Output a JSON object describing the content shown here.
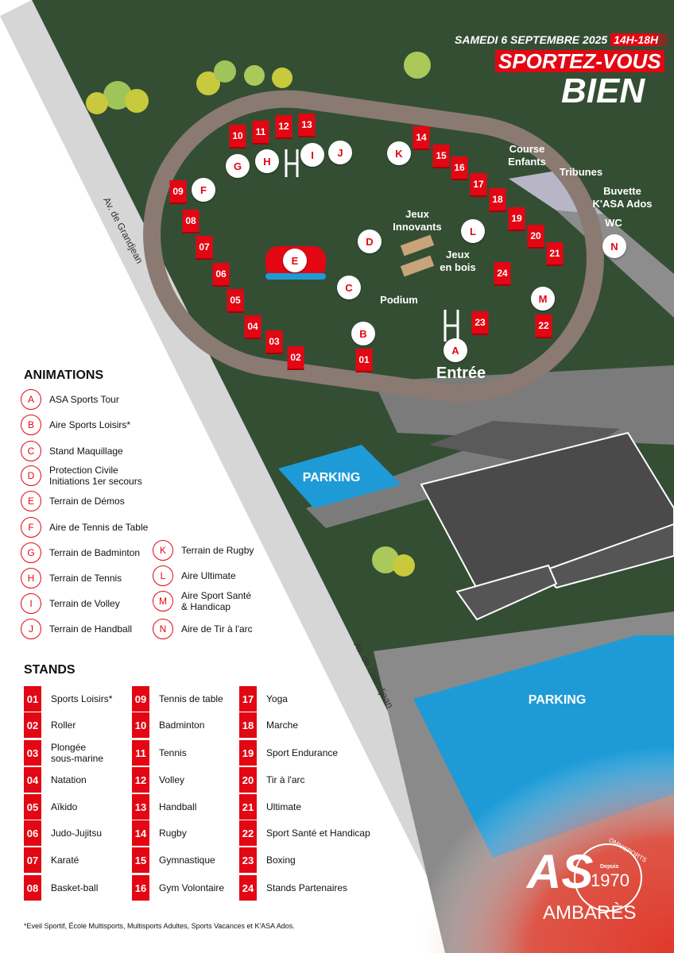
{
  "header": {
    "date": "SAMEDI 6 SEPTEMBRE 2025",
    "hours": "14H-18H",
    "title1": "SPORTEZ-VOUS",
    "title2": "BIEN"
  },
  "map": {
    "labels": {
      "course": "Course\nEnfants",
      "tribunes": "Tribunes",
      "buvette": "Buvette\nK'ASA Ados",
      "wc": "WC",
      "jeux_innovants": "Jeux\nInnovants",
      "jeux_bois": "Jeux\nen bois",
      "podium": "Podium",
      "entree": "Entrée",
      "parking1": "PARKING",
      "parking2": "PARKING",
      "road1": "Av. de Grandjean",
      "road2": "Av. de Grandjean"
    },
    "colors": {
      "grass": "#344e34",
      "track": "#8a7a72",
      "red": "#e30613",
      "parking": "#1e9bd7",
      "building": "#4a4a4a"
    }
  },
  "animations": {
    "title": "ANIMATIONS",
    "items": [
      {
        "code": "A",
        "label": "ASA Sports Tour"
      },
      {
        "code": "B",
        "label": "Aire Sports Loisirs*"
      },
      {
        "code": "C",
        "label": "Stand Maquillage"
      },
      {
        "code": "D",
        "label": "Protection Civile\nInitiations 1er secours"
      },
      {
        "code": "E",
        "label": "Terrain de Démos"
      },
      {
        "code": "F",
        "label": "Aire de Tennis de Table"
      },
      {
        "code": "G",
        "label": "Terrain de Badminton"
      },
      {
        "code": "H",
        "label": "Terrain de Tennis"
      },
      {
        "code": "I",
        "label": "Terrain de Volley"
      },
      {
        "code": "J",
        "label": "Terrain de Handball"
      },
      {
        "code": "K",
        "label": "Terrain de Rugby"
      },
      {
        "code": "L",
        "label": "Aire Ultimate"
      },
      {
        "code": "M",
        "label": "Aire Sport Santé\n& Handicap"
      },
      {
        "code": "N",
        "label": "Aire de Tir à l'arc"
      }
    ]
  },
  "stands": {
    "title": "STANDS",
    "items": [
      {
        "code": "01",
        "label": "Sports Loisirs*"
      },
      {
        "code": "02",
        "label": "Roller"
      },
      {
        "code": "03",
        "label": "Plongée\nsous-marine"
      },
      {
        "code": "04",
        "label": "Natation"
      },
      {
        "code": "05",
        "label": "Aïkido"
      },
      {
        "code": "06",
        "label": "Judo-Jujitsu"
      },
      {
        "code": "07",
        "label": "Karaté"
      },
      {
        "code": "08",
        "label": "Basket-ball"
      },
      {
        "code": "09",
        "label": "Tennis de table"
      },
      {
        "code": "10",
        "label": "Badminton"
      },
      {
        "code": "11",
        "label": "Tennis"
      },
      {
        "code": "12",
        "label": "Volley"
      },
      {
        "code": "13",
        "label": "Handball"
      },
      {
        "code": "14",
        "label": "Rugby"
      },
      {
        "code": "15",
        "label": "Gymnastique"
      },
      {
        "code": "16",
        "label": "Gym Volontaire"
      },
      {
        "code": "17",
        "label": "Yoga"
      },
      {
        "code": "18",
        "label": "Marche"
      },
      {
        "code": "19",
        "label": "Sport Endurance"
      },
      {
        "code": "20",
        "label": "Tir à l'arc"
      },
      {
        "code": "21",
        "label": "Ultimate"
      },
      {
        "code": "22",
        "label": "Sport Santé et Handicap"
      },
      {
        "code": "23",
        "label": "Boxing"
      },
      {
        "code": "24",
        "label": "Stands Partenaires"
      }
    ]
  },
  "footnote": "*Eveil Sportif, École Multisports, Multisports Adultes, Sports Vacances et K'ASA Ados.",
  "logo": {
    "main": "AS",
    "sub": "AMBARÈS",
    "omni": "OMNISPORTS",
    "since": "Depuis",
    "year": "1970"
  }
}
